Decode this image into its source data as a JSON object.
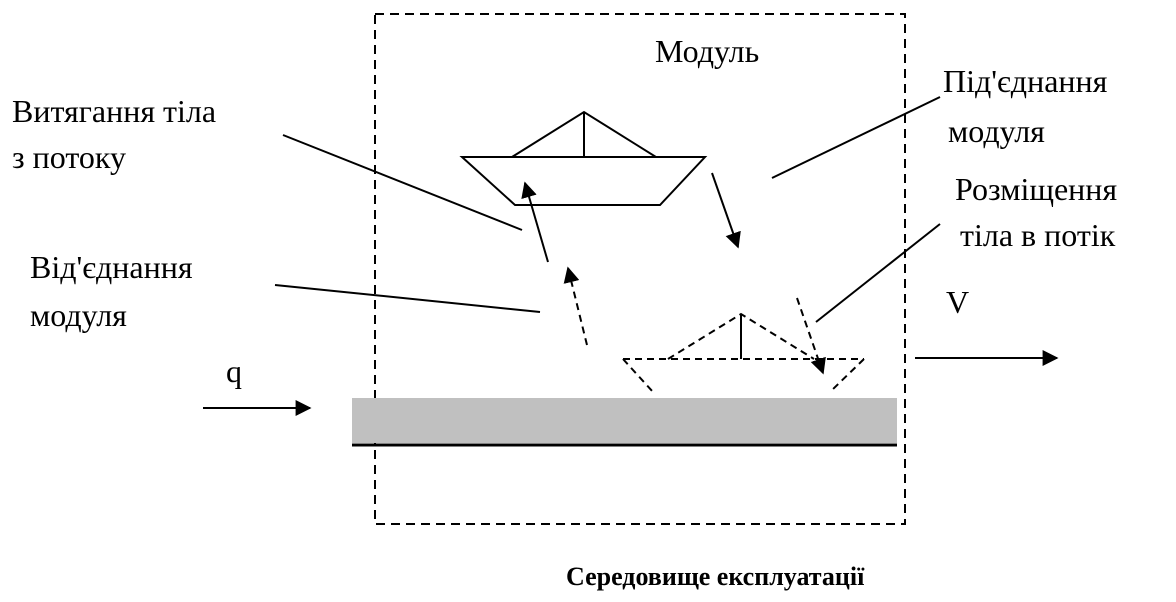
{
  "module_label": "Модуль",
  "extract_label": [
    "Витягання тіла",
    "з потоку"
  ],
  "connect_label": [
    "Під'єднання",
    "модуля"
  ],
  "place_label": [
    "Розміщення",
    "тіла в потік"
  ],
  "disconnect_label": [
    "Від'єднання",
    "модуля"
  ],
  "q_label": "q",
  "v_label": "V",
  "caption": "Середовище експлуатації",
  "colors": {
    "stroke": "#000000",
    "flow_bar": "#c0c0c0",
    "background": "#ffffff"
  }
}
